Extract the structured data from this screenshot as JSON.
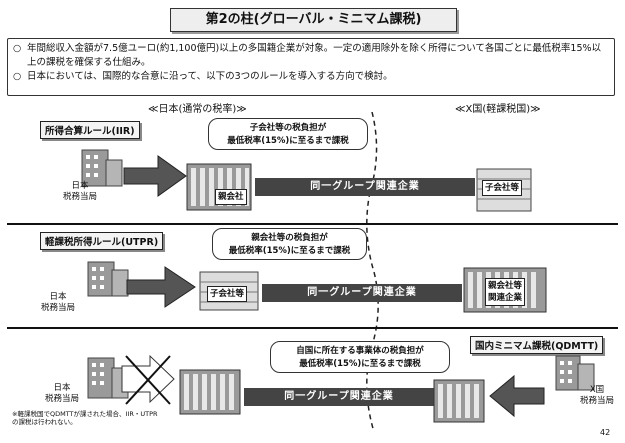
{
  "title": "第2の柱(グローバル・ミニマム課税)",
  "intro": {
    "bullets": [
      "年間総収入金額が7.5億ユーロ(約1,100億円)以上の多国籍企業が対象。一定の適用除外を除く所得について各国ごとに最低税率15%以上の課税を確保する仕組み。",
      "日本においては、国際的な合意に沿って、以下の3つのルールを導入する方向で検討。"
    ],
    "marker": "○"
  },
  "headers": {
    "japan": "≪日本(通常の税率)≫",
    "xcountry": "≪X国(軽課税国)≫"
  },
  "rows": [
    {
      "rule": "所得合算ルール(IIR)",
      "bubble": [
        "子会社等の税負担が",
        "最低税率(15%)に至るまで課税"
      ],
      "left_entity": "親会社",
      "bar": "同一グループ関連企業",
      "right_entity": "子会社等",
      "authority": "日本\n税務当局"
    },
    {
      "rule": "軽課税所得ルール(UTPR)",
      "bubble": [
        "親会社等の税負担が",
        "最低税率(15%)に至るまで課税"
      ],
      "left_entity": "子会社等",
      "bar": "同一グループ関連企業",
      "right_entity": "親会社等\n関連企業",
      "authority": "日本\n税務当局"
    },
    {
      "rule": "国内ミニマム課税(QDMTT)",
      "bubble": [
        "自国に所在する事業体の税負担が",
        "最低税率(15%)に至るまで課税"
      ],
      "bar": "同一グループ関連企業",
      "authority_left": "日本\n税務当局",
      "authority_right": "X国\n税務当局",
      "note": "※軽課税国でQDMTTが課された場合、IIR・UTPRの課税は行われない。"
    }
  ],
  "page_number": "42",
  "colors": {
    "bar": "#444444",
    "arrow": "#555555",
    "building": "#9a9a9a"
  }
}
